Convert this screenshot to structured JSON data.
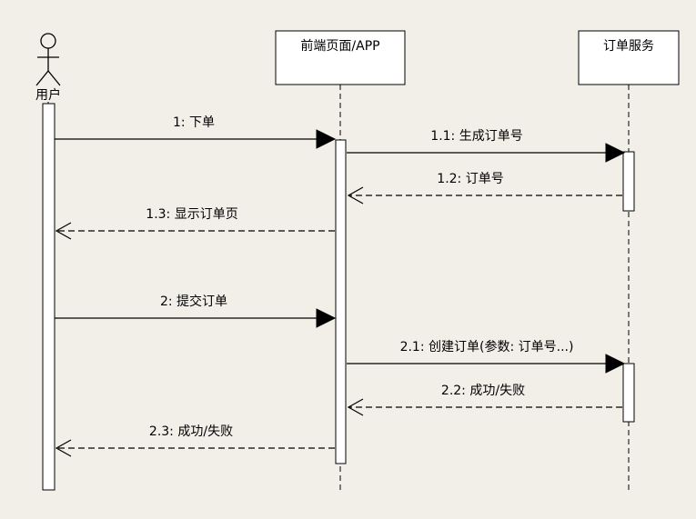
{
  "participants": {
    "user": "用户",
    "frontend": "前端页面/APP",
    "order_service": "订单服务"
  },
  "messages": [
    {
      "label": "1: 下单",
      "from": "user",
      "to": "frontend",
      "kind": "sync"
    },
    {
      "label": "1.1: 生成订单号",
      "from": "frontend",
      "to": "order_service",
      "kind": "sync"
    },
    {
      "label": "1.2: 订单号",
      "from": "order_service",
      "to": "frontend",
      "kind": "return"
    },
    {
      "label": "1.3: 显示订单页",
      "from": "frontend",
      "to": "user",
      "kind": "return"
    },
    {
      "label": "2: 提交订单",
      "from": "user",
      "to": "frontend",
      "kind": "sync"
    },
    {
      "label": "2.1: 创建订单(参数: 订单号...)",
      "from": "frontend",
      "to": "order_service",
      "kind": "sync"
    },
    {
      "label": "2.2: 成功/失败",
      "from": "order_service",
      "to": "frontend",
      "kind": "return"
    },
    {
      "label": "2.3: 成功/失败",
      "from": "frontend",
      "to": "user",
      "kind": "return"
    }
  ]
}
